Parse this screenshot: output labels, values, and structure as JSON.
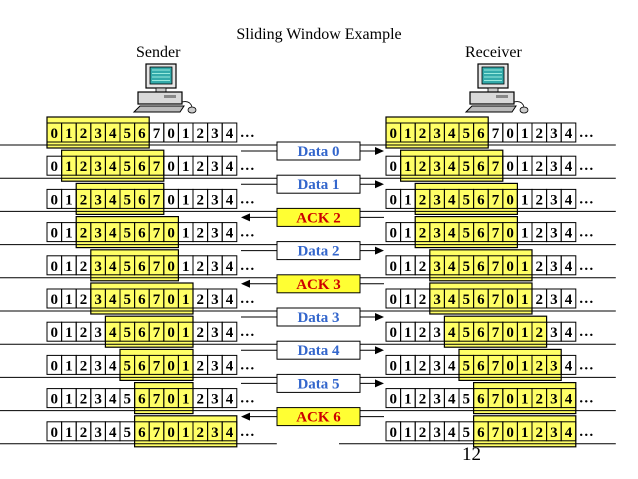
{
  "title": "Sliding Window Example",
  "sender_label": "Sender",
  "receiver_label": "Receiver",
  "page_number": "12",
  "sequence_cells": [
    "0",
    "1",
    "2",
    "3",
    "4",
    "5",
    "6",
    "7",
    "0",
    "1",
    "2",
    "3",
    "4"
  ],
  "ellipsis": "…",
  "colors": {
    "window_fill": "#ffff66",
    "data_text": "#3366cc",
    "ack_text": "#cc0000",
    "ack_fill": "#ffff33",
    "computer_screen": "#33aaaa"
  },
  "icons": {
    "sender": "desktop-computer-icon",
    "receiver": "desktop-computer-icon"
  },
  "sender_windows": [
    {
      "start": 0,
      "end": 7
    },
    {
      "start": 1,
      "end": 8
    },
    {
      "start": 2,
      "end": 8
    },
    {
      "start": 2,
      "end": 9
    },
    {
      "start": 3,
      "end": 9
    },
    {
      "start": 3,
      "end": 10
    },
    {
      "start": 4,
      "end": 10
    },
    {
      "start": 5,
      "end": 10
    },
    {
      "start": 6,
      "end": 10
    },
    {
      "start": 6,
      "end": 13
    }
  ],
  "receiver_windows": [
    {
      "start": 0,
      "end": 7
    },
    {
      "start": 1,
      "end": 8
    },
    {
      "start": 2,
      "end": 9
    },
    {
      "start": 2,
      "end": 9
    },
    {
      "start": 3,
      "end": 10
    },
    {
      "start": 3,
      "end": 10
    },
    {
      "start": 4,
      "end": 11
    },
    {
      "start": 5,
      "end": 12
    },
    {
      "start": 6,
      "end": 13
    },
    {
      "start": 6,
      "end": 13
    }
  ],
  "messages": [
    {
      "label": "Data 0",
      "kind": "data"
    },
    {
      "label": "Data 1",
      "kind": "data"
    },
    {
      "label": "ACK 2",
      "kind": "ack"
    },
    {
      "label": "Data 2",
      "kind": "data"
    },
    {
      "label": "ACK 3",
      "kind": "ack"
    },
    {
      "label": "Data 3",
      "kind": "data"
    },
    {
      "label": "Data 4",
      "kind": "data"
    },
    {
      "label": "Data 5",
      "kind": "data"
    },
    {
      "label": "ACK 6",
      "kind": "ack"
    }
  ]
}
